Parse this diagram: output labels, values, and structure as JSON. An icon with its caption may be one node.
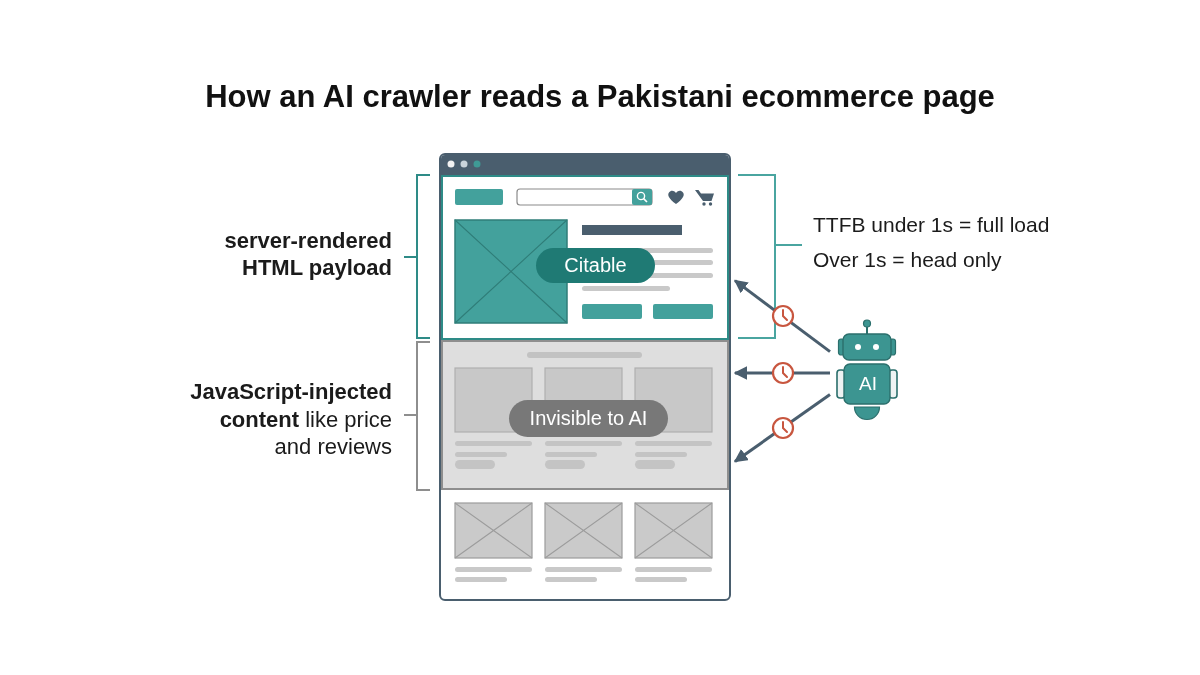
{
  "diagram": {
    "title": "How an AI crawler reads a Pakistani ecommerce page",
    "nodes": [
      {
        "text": [],
        "shape": "box"
      },
      {
        "text": [],
        "shape": "box",
        "in": 0
      },
      {
        "text": [
          "Citable"
        ],
        "in": 1
      },
      {
        "text": [],
        "shape": "box",
        "in": 0
      },
      {
        "text": [
          "Invisible to AI"
        ],
        "in": 3
      },
      {
        "text": [
          "AI"
        ]
      }
    ],
    "edges": [
      {
        "from": 5,
        "to": 1,
        "arrow": "to"
      },
      {
        "from": 5,
        "to": 3,
        "arrow": "to"
      },
      {
        "from": 5,
        "to": 3,
        "arrow": "to"
      }
    ],
    "labels": [
      "server-rendered HTML payload",
      "**JavaScript-injected content** like price and reviews",
      "TTFB under 1s = full load",
      "Over 1s = head only"
    ]
  }
}
